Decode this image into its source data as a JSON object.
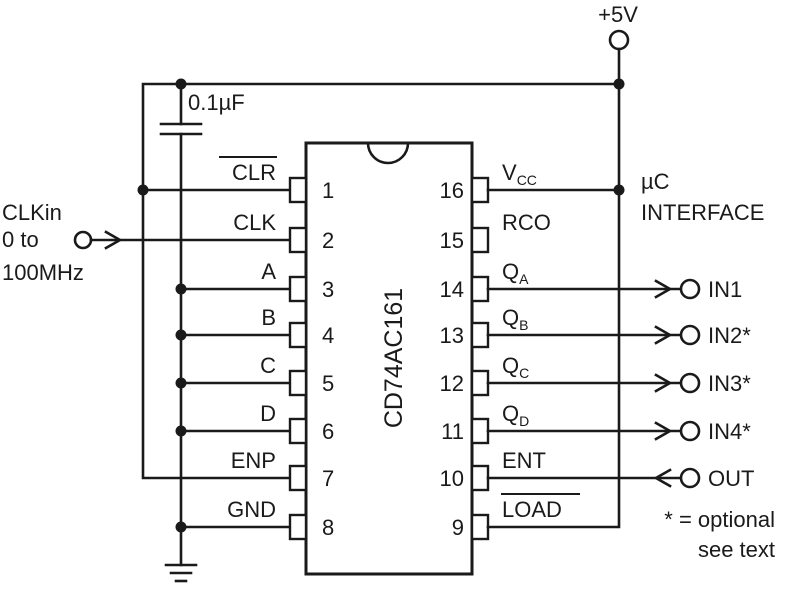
{
  "supply": {
    "label": "+5V"
  },
  "capacitor": {
    "label": "0.1µF"
  },
  "chip": {
    "name": "CD74AC161"
  },
  "clock_input": {
    "line1": "CLKin",
    "line2": "0 to",
    "line3": "100MHz"
  },
  "interface": {
    "line1": "µC",
    "line2": "INTERFACE"
  },
  "left_pins": [
    {
      "number": "1",
      "label": "CLR",
      "overline": true
    },
    {
      "number": "2",
      "label": "CLK"
    },
    {
      "number": "3",
      "label": "A"
    },
    {
      "number": "4",
      "label": "B"
    },
    {
      "number": "5",
      "label": "C"
    },
    {
      "number": "6",
      "label": "D"
    },
    {
      "number": "7",
      "label": "ENP"
    },
    {
      "number": "8",
      "label": "GND"
    }
  ],
  "right_pins": [
    {
      "number": "16",
      "label": "V",
      "sub": "CC"
    },
    {
      "number": "15",
      "label": "RCO"
    },
    {
      "number": "14",
      "label": "Q",
      "sub": "A"
    },
    {
      "number": "13",
      "label": "Q",
      "sub": "B"
    },
    {
      "number": "12",
      "label": "Q",
      "sub": "C"
    },
    {
      "number": "11",
      "label": "Q",
      "sub": "D"
    },
    {
      "number": "10",
      "label": "ENT"
    },
    {
      "number": "9",
      "label": "LOAD",
      "overline": true
    }
  ],
  "connectors": [
    {
      "label": "IN1"
    },
    {
      "label": "IN2*"
    },
    {
      "label": "IN3*"
    },
    {
      "label": "IN4*"
    },
    {
      "label": "OUT"
    }
  ],
  "footnote": {
    "line1": "* = optional",
    "line2": "see text"
  }
}
